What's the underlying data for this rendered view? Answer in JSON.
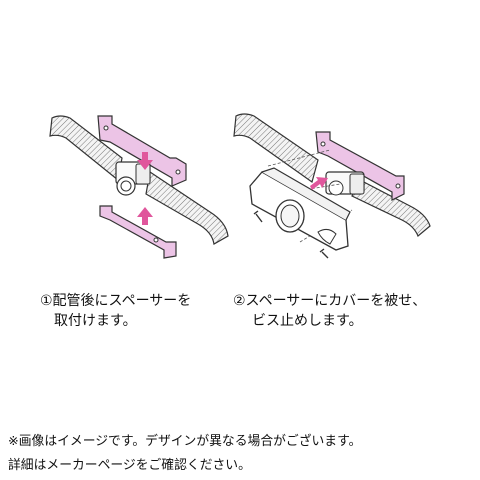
{
  "steps": [
    {
      "line1": "①配管後にスペーサーを",
      "line2": "取付けます。"
    },
    {
      "line1": "②スペーサーにカバーを被せ、",
      "line2": "ビス止めします。"
    }
  ],
  "notes": {
    "line1": "※画像はイメージです。デザインが異なる場合がございます。",
    "line2": "詳細はメーカーページをご確認ください。"
  },
  "colors": {
    "spacer_fill": "#ecc4e6",
    "arrow": "#e0569c",
    "line": "#333333"
  },
  "icons": [
    "pipe-icon",
    "spacer-plate-icon",
    "fitting-icon",
    "cover-icon",
    "screw-icon",
    "arrow-icon"
  ]
}
